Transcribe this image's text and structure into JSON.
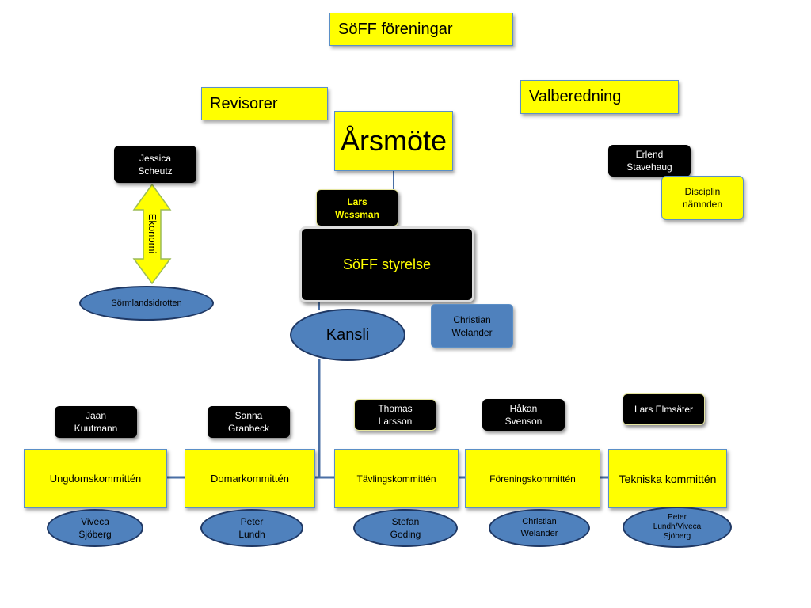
{
  "title": "SöFF föreningar",
  "revisorer": "Revisorer",
  "valberedning": "Valberedning",
  "arsmote": "Årsmöte",
  "chair": "Lars\nWessman",
  "styrelse": "SöFF styrelse",
  "kansli": "Kansli",
  "kansli_person": "Christian\nWelander",
  "economy_person": "Jessica\nScheutz",
  "ekonomi_label": "Ekonomi",
  "sormland": "Sörmlandsidrotten",
  "disciplin_person": "Erlend\nStavehaug",
  "disciplin": "Disciplin\nnämnden",
  "colors": {
    "yellow": "#ffff00",
    "box_border": "#5b8fc7",
    "ellipse_fill": "#4f81bd",
    "ellipse_border": "#1f3864",
    "line": "#4a6fa5",
    "arrow_fill": "#ffff00",
    "arrow_border": "#9bbb59"
  },
  "committees": [
    {
      "name": "Ungdomskommittén",
      "head": "Jaan\nKuutmann",
      "member": "Viveca\nSjöberg"
    },
    {
      "name": "Domarkommittén",
      "head": "Sanna\nGranbeck",
      "member": "Peter\nLundh"
    },
    {
      "name": "Tävlingskommittén",
      "head": "Thomas\nLarsson",
      "member": "Stefan\nGoding"
    },
    {
      "name": "Föreningskommittén",
      "head": "Håkan\nSvenson",
      "member": "Christian\nWelander"
    },
    {
      "name": "Tekniska kommittén",
      "head": "Lars Elmsäter",
      "member": "Peter\nLundh/Viveca\nSjöberg"
    }
  ]
}
